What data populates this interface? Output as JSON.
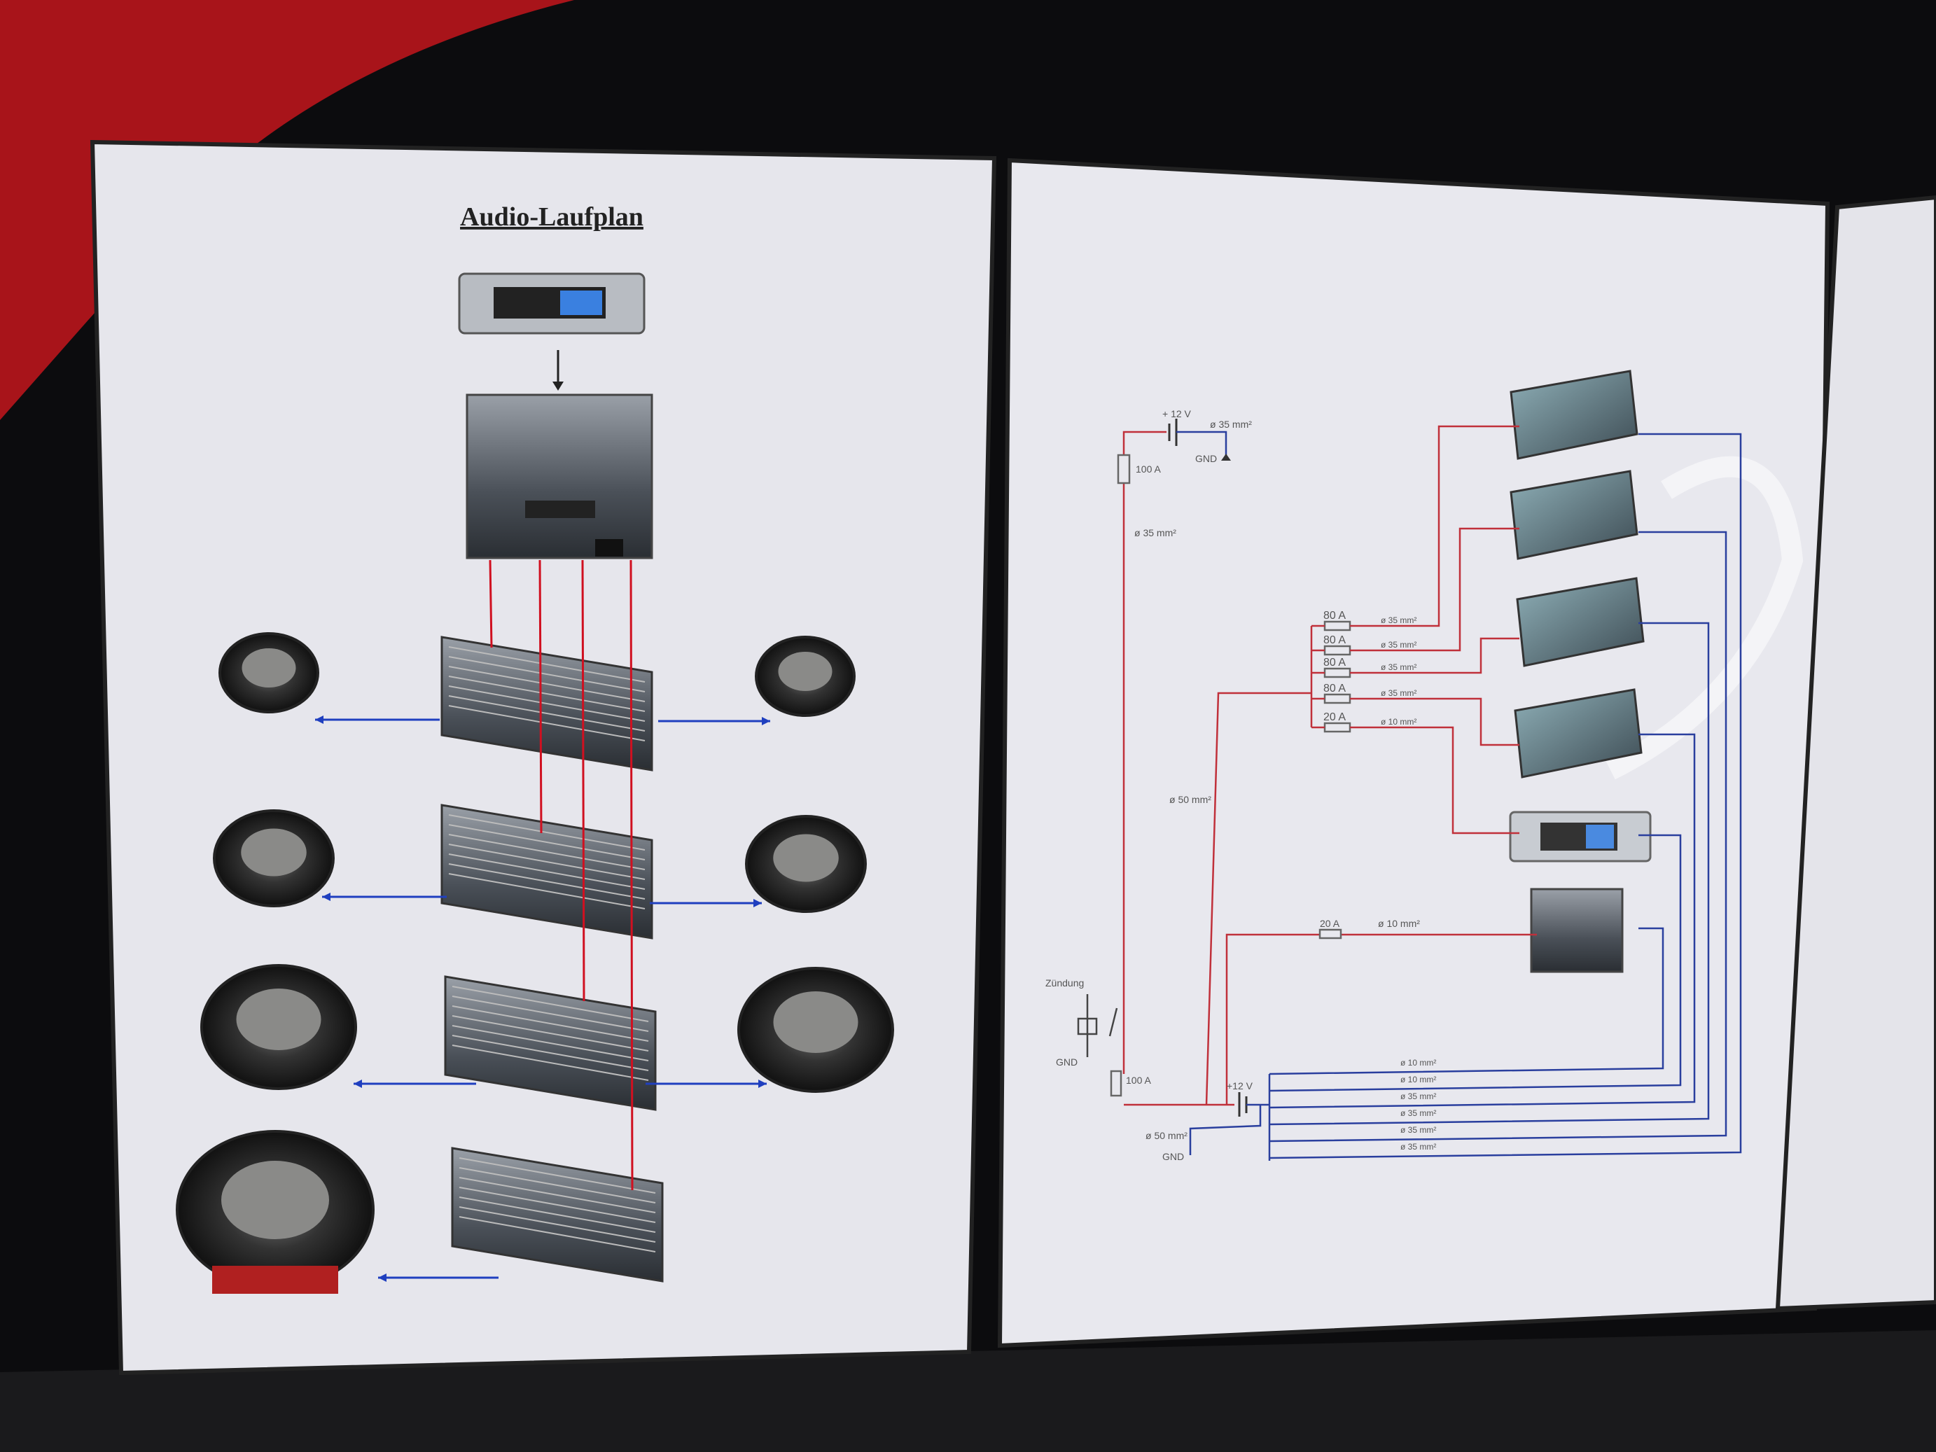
{
  "left_sheet": {
    "title": "Audio-Laufplan",
    "components": [
      "head-unit",
      "processor-amp",
      "amp-tweeter",
      "amp-midrange",
      "amp-woofer",
      "amp-subwoofer"
    ],
    "speakers": [
      "tweeter-left",
      "tweeter-right",
      "midrange-left",
      "midrange-right",
      "woofer-left",
      "woofer-right",
      "subwoofer"
    ]
  },
  "right_sheet": {
    "battery_top": {
      "voltage": "+ 12 V",
      "ground_wire": "ø 35 mm²",
      "gnd": "GND",
      "fuse": "100 A",
      "wire": "ø 35 mm²"
    },
    "fuse_rows": [
      {
        "fuse": "80 A",
        "wire": "ø 35 mm²"
      },
      {
        "fuse": "80 A",
        "wire": "ø 35 mm²"
      },
      {
        "fuse": "80 A",
        "wire": "ø 35 mm²"
      },
      {
        "fuse": "80 A",
        "wire": "ø 35 mm²"
      },
      {
        "fuse": "20 A",
        "wire": "ø 10 mm²"
      }
    ],
    "feed_wire": "ø 50 mm²",
    "processor_feed": {
      "fuse": "20 A",
      "wire": "ø 10 mm²"
    },
    "ignition": {
      "label": "Zündung",
      "gnd": "GND"
    },
    "battery_bottom": {
      "fuse": "100 A",
      "voltage": "+12 V",
      "ground_wire": "ø 50 mm²",
      "gnd": "GND"
    },
    "ground_wires": [
      "ø 10 mm²",
      "ø 10 mm²",
      "ø 35 mm²",
      "ø 35 mm²",
      "ø 35 mm²",
      "ø 35 mm²"
    ]
  },
  "colors": {
    "power": "#c0303a",
    "ground": "#2a3f9e",
    "signal": "#d01020",
    "speaker": "#1f3fbf"
  }
}
